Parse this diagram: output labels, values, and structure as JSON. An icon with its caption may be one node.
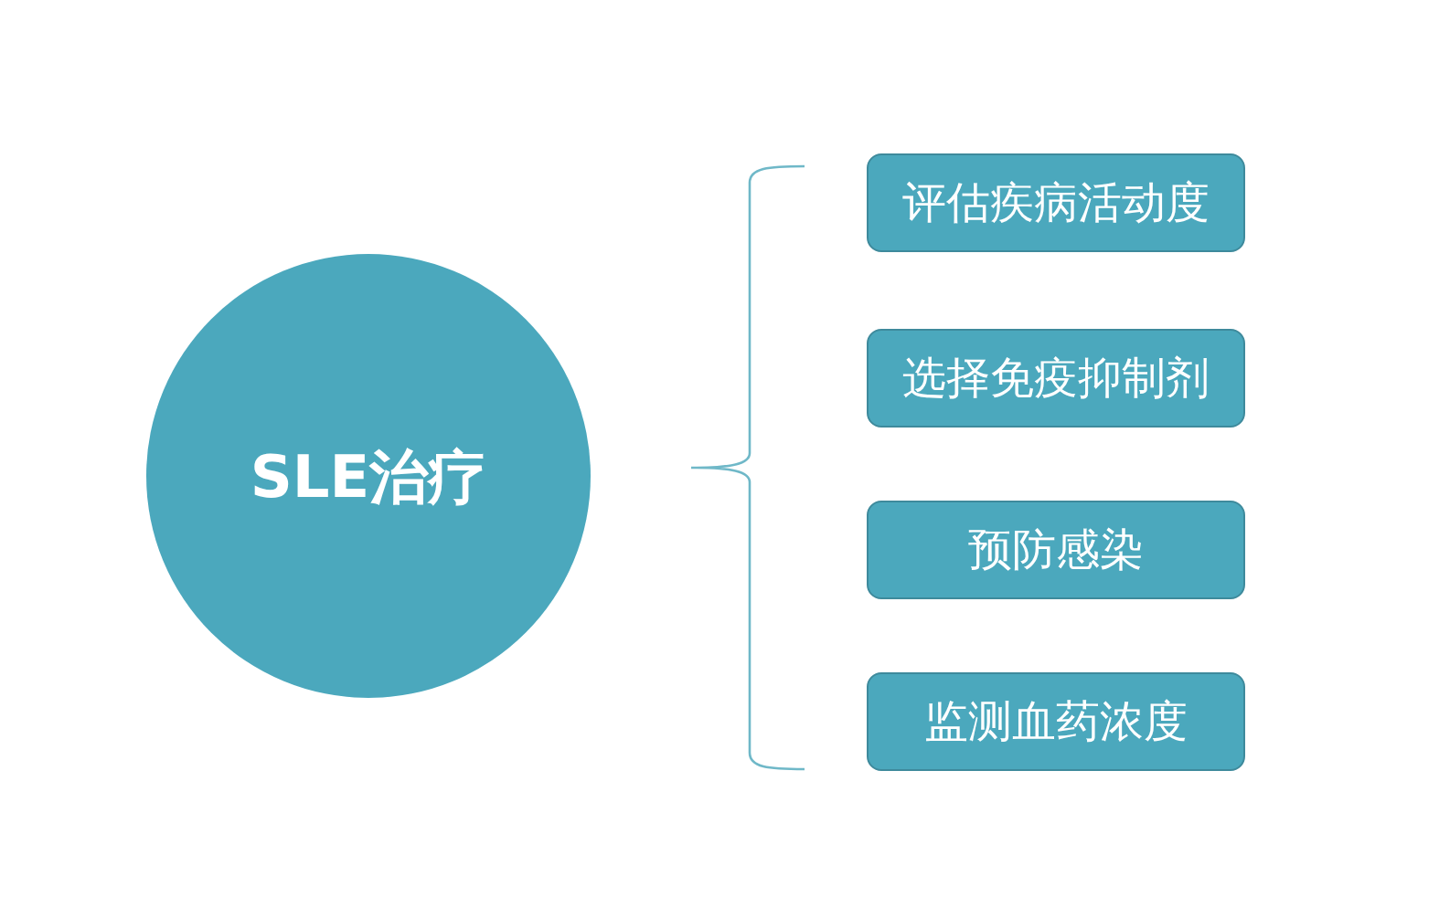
{
  "diagram": {
    "nodes": [
      {
        "text": [
          "SLE治疗"
        ]
      },
      {
        "text": [
          "评估疾病活动度"
        ]
      },
      {
        "text": [
          "选择免疫抑制剂"
        ]
      },
      {
        "text": [
          "预防感染"
        ]
      },
      {
        "text": [
          "监测血药浓度"
        ]
      }
    ]
  }
}
